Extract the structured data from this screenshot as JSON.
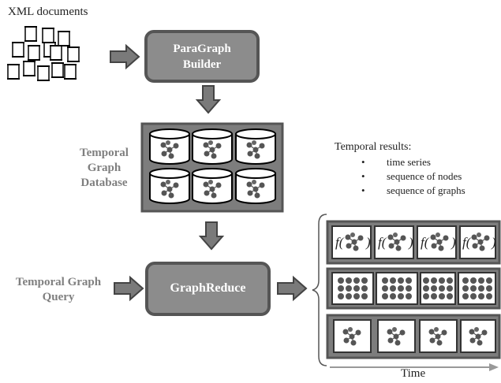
{
  "labels": {
    "xml_documents": "XML documents",
    "paragraph_builder": [
      "ParaGraph",
      "Builder"
    ],
    "temporal_graph_database": [
      "Temporal",
      "Graph",
      "Database"
    ],
    "temporal_graph_query": [
      "Temporal Graph",
      "Query"
    ],
    "graphreduce": "GraphReduce",
    "temporal_results_title": "Temporal results:",
    "temporal_results_items": [
      "time series",
      "sequence of nodes",
      "sequence of graphs"
    ],
    "time_axis": "Time",
    "function_symbol": "f"
  },
  "colors": {
    "box_fill": "#8c8c8c",
    "box_stroke": "#555555",
    "arrow_fill": "#7a7a7a",
    "panel_fill": "#7d7d7d",
    "node_fill": "#5a5a5a"
  }
}
